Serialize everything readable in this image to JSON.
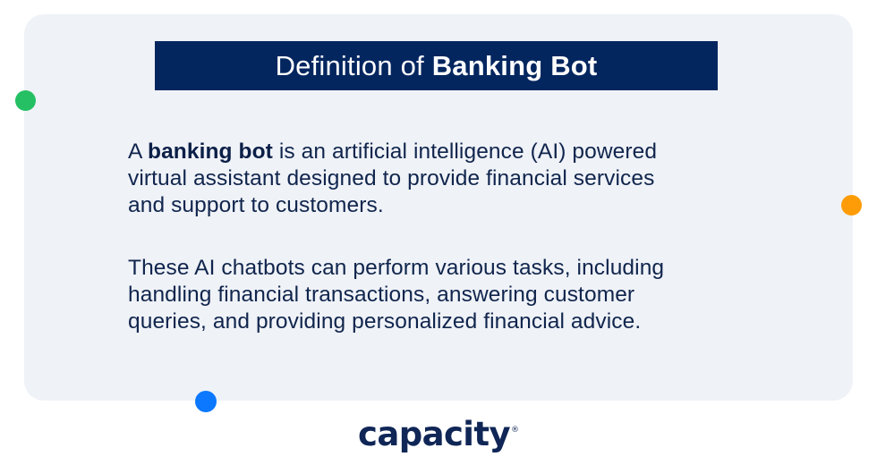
{
  "title": {
    "prefix": "Definition of ",
    "bold": "Banking Bot"
  },
  "definition": {
    "line1_prefix": "A ",
    "line1_bold": "banking bot",
    "line1_suffix": " is an artificial intelligence (AI) powered",
    "line2": "virtual assistant designed to provide financial services",
    "line3": "and support to customers."
  },
  "details": {
    "line1": "These AI chatbots can perform various tasks, including",
    "line2": "handling financial transactions, answering customer",
    "line3": "queries, and providing personalized financial advice."
  },
  "logo": {
    "wordmark": "capacity",
    "registered": "®"
  },
  "decorations": {
    "green_dot": "#24c063",
    "orange_dot": "#fd9c06",
    "blue_dot": "#0b78ff"
  },
  "colors": {
    "banner_bg": "#03265f",
    "card_bg": "#eff2f7",
    "text": "#10254d"
  }
}
